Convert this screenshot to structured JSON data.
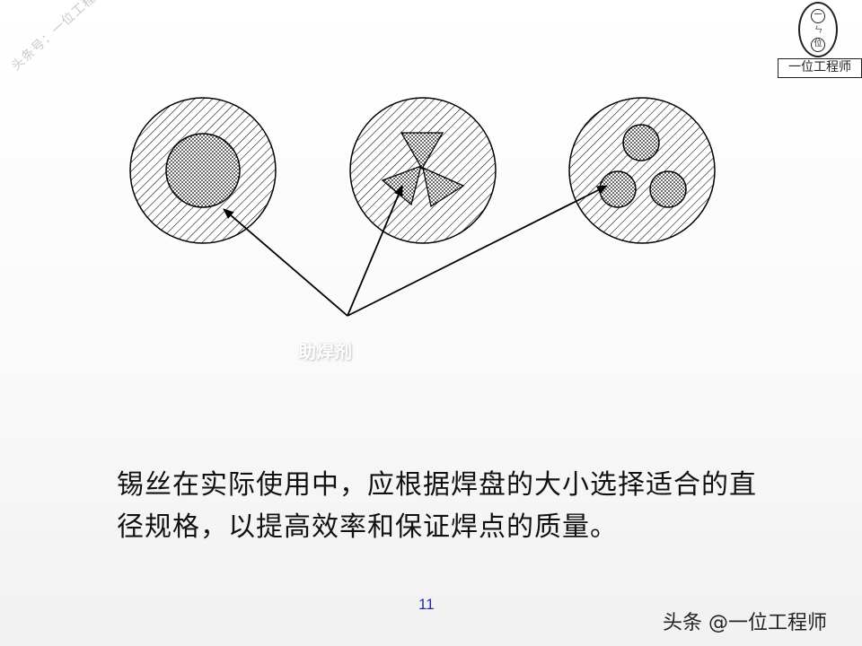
{
  "watermark": {
    "text": "头条号：一位工程师"
  },
  "logo": {
    "label": "一位工程师",
    "seal_top": "一",
    "seal_mid": "ㄣ",
    "seal_bottom": "位"
  },
  "diagram": {
    "label": "助焊剂",
    "cross_sections": [
      {
        "name": "single-core",
        "core_shape": "circle",
        "core_count": 1
      },
      {
        "name": "triangular-core",
        "core_shape": "triangle",
        "core_count": 3
      },
      {
        "name": "three-core",
        "core_shape": "circle",
        "core_count": 3
      }
    ]
  },
  "body": {
    "text": "锡丝在实际使用中，应根据焊盘的大小选择适合的直径规格，以提高效率和保证焊点的质量。"
  },
  "page_number": "11",
  "footer": {
    "brand": "头条 @一位工程师"
  },
  "colors": {
    "hatch": "#000000",
    "arrow": "#000000",
    "page_number": "#2a2aa0",
    "background": "#ffffff"
  }
}
